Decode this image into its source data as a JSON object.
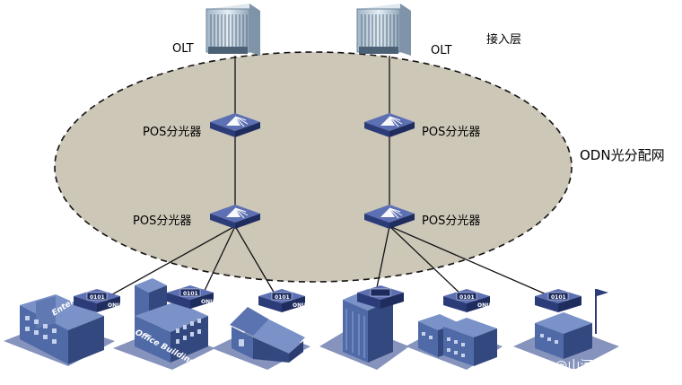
{
  "labels": {
    "access_layer": "接入层",
    "odn": "ODN光分配网",
    "olt_left": "OLT",
    "olt_right": "OLT",
    "splitter_top_left": "POS分光器",
    "splitter_top_right": "POS分光器",
    "splitter_mid_left": "POS分光器",
    "splitter_mid_right": "POS分光器"
  },
  "onu": {
    "chip_text": "0101",
    "tag": "ONU"
  },
  "buildings": {
    "enterprise": "Enterprise",
    "office": "Office Building"
  },
  "watermark": "CSDN @山河不见老",
  "colors": {
    "odn_fill": "#cdc7b8",
    "building": "#4f6aa6",
    "building_dark": "#33487e",
    "olt": "#c9d7e3",
    "splitter": "#3b4f96"
  }
}
